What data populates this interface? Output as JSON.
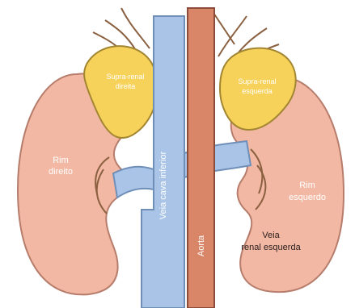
{
  "labels": {
    "right_adrenal": [
      "Supra-renal",
      "direita"
    ],
    "left_adrenal": [
      "Supra-renal",
      "esquerda"
    ],
    "right_kidney": [
      "Rim",
      "direito"
    ],
    "left_kidney": [
      "Rim",
      "esquerdo"
    ],
    "ivc": "Veia cava inferior",
    "aorta": "Aorta",
    "left_renal_vein": [
      "Veia",
      "renal esquerda"
    ]
  },
  "colors": {
    "kidney": "#f2b8a3",
    "kidney_outline": "#b67d6c",
    "adrenal": "#f7d25a",
    "adrenal_outline": "#a28632",
    "vein": "#a9c4e6",
    "vein_outline": "#6f8fb8",
    "aorta": "#d98568",
    "aorta_outline": "#8c4c3b",
    "nerve": "#8a6040"
  }
}
